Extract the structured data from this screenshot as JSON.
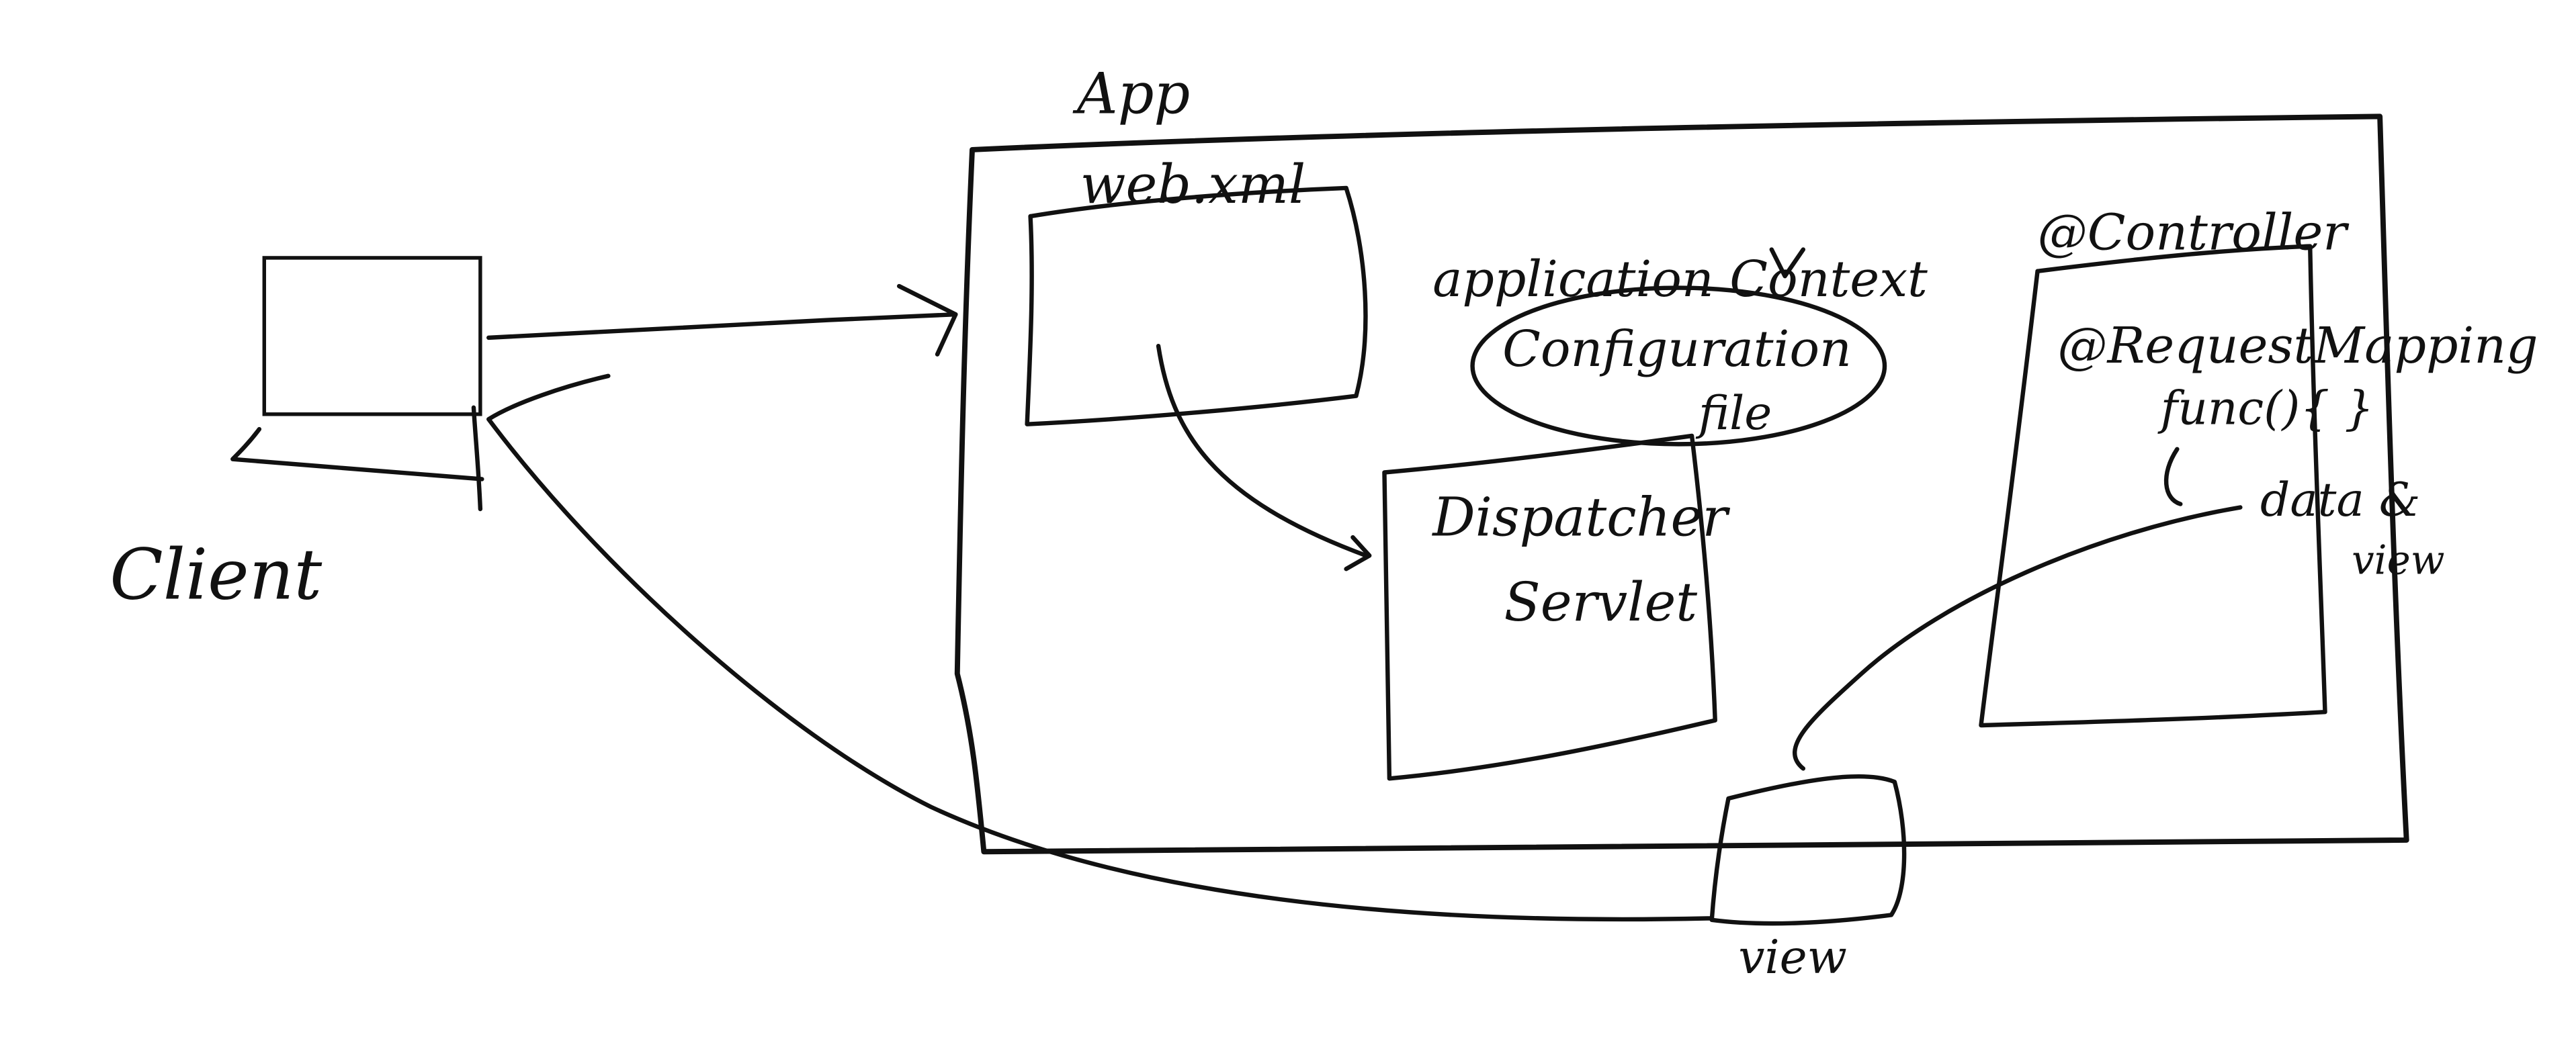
{
  "colors": {
    "background": "#ffffff",
    "ink": "#111111"
  },
  "labels": {
    "client": "Client",
    "app": "App",
    "web_xml": "web.xml",
    "application_context": "application Context",
    "configuration_file_line1": "Configuration",
    "configuration_file_line2": "file",
    "dispatcher_line1": "Dispatcher",
    "dispatcher_line2": "Servlet",
    "controller": "@Controller",
    "request_mapping": "@RequestMapping",
    "function": "func(){ }",
    "data_line1": "data &",
    "data_line2": "view",
    "view": "view"
  }
}
